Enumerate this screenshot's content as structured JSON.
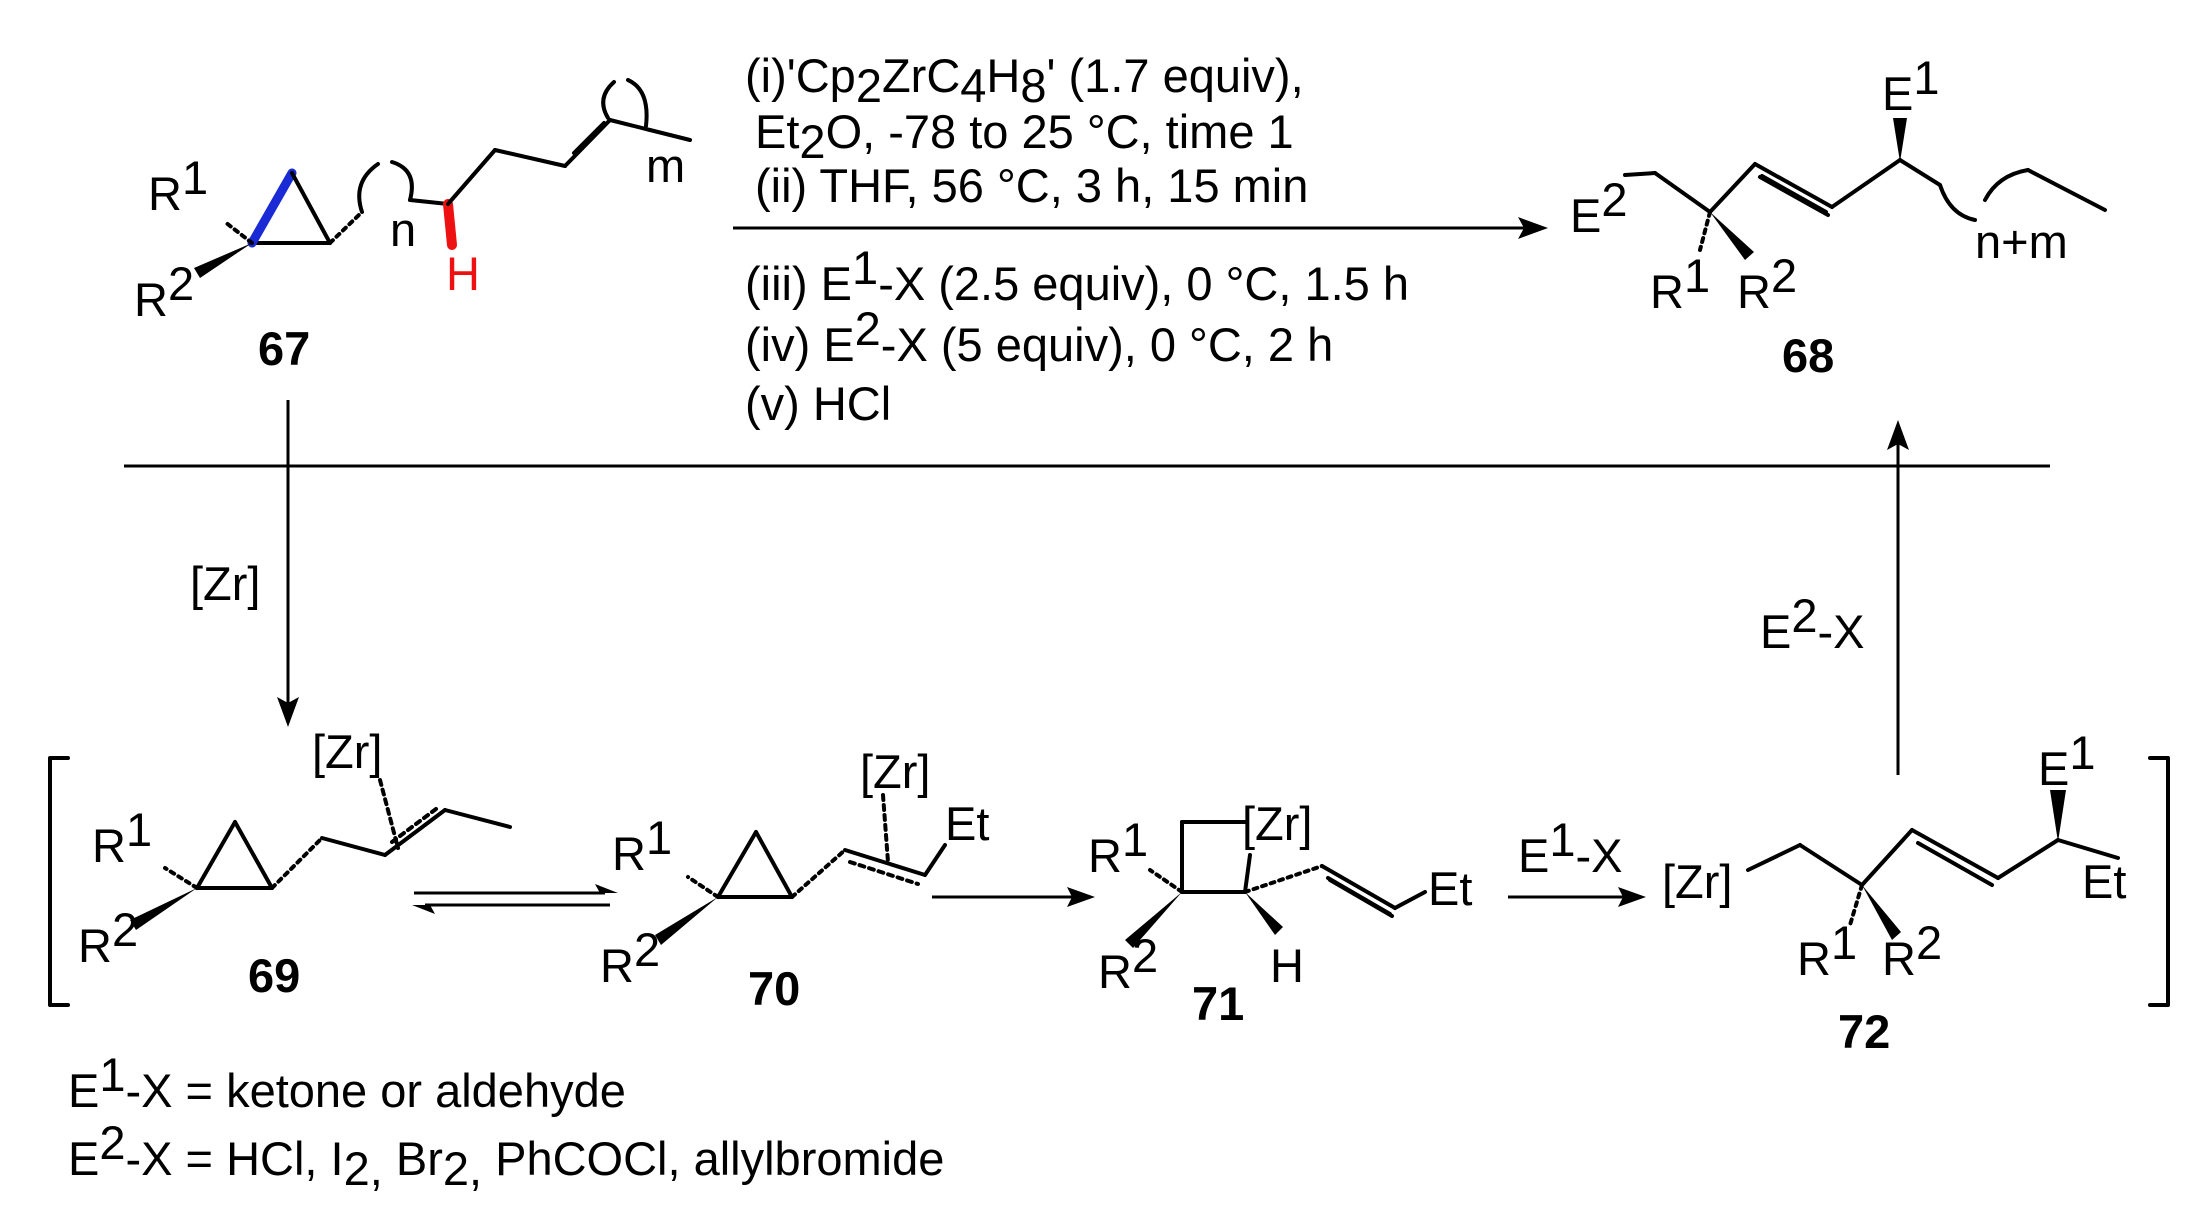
{
  "colors": {
    "highlight_bond_blue": "#1a2bd6",
    "highlight_bond_red": "#ee1111",
    "highlight_h_red": "#ee1111"
  },
  "compounds": {
    "c67": {
      "number": "67",
      "r1": "R",
      "r1_sup": "1",
      "r2": "R",
      "r2_sup": "2",
      "n": "n",
      "m": "m",
      "h": "H"
    },
    "c68": {
      "number": "68",
      "e1": "E",
      "e1_sup": "1",
      "e2": "E",
      "e2_sup": "2",
      "r1": "R",
      "r1_sup": "1",
      "r2": "R",
      "r2_sup": "2",
      "nm": "n+m"
    },
    "c69": {
      "number": "69",
      "zr": "[Zr]",
      "r1": "R",
      "r1_sup": "1",
      "r2": "R",
      "r2_sup": "2"
    },
    "c70": {
      "number": "70",
      "zr": "[Zr]",
      "et": "Et",
      "r1": "R",
      "r1_sup": "1",
      "r2": "R",
      "r2_sup": "2"
    },
    "c71": {
      "number": "71",
      "zr": "[Zr]",
      "et": "Et",
      "h": "H",
      "r1": "R",
      "r1_sup": "1",
      "r2": "R",
      "r2_sup": "2"
    },
    "c72": {
      "number": "72",
      "zr": "[Zr]",
      "e1": "E",
      "e1_sup": "1",
      "et": "Et",
      "r1": "R",
      "r1_sup": "1",
      "r2": "R",
      "r2_sup": "2"
    }
  },
  "conditions": {
    "line1": {
      "a": "(i)'Cp",
      "s1": "2",
      "b": "ZrC",
      "s2": "4",
      "c": "H",
      "s3": "8",
      "d": "' (1.7 equiv),"
    },
    "line2": {
      "a": "Et",
      "s1": "2",
      "b": "O, -78 to 25 °C, time 1"
    },
    "line3": "(ii) THF, 56 °C, 3 h, 15 min",
    "line4": {
      "a": "(iii) E",
      "sup": "1",
      "b": "-X (2.5 equiv), 0 °C, 1.5 h"
    },
    "line5": {
      "a": "(iv) E",
      "sup": "2",
      "b": "-X (5 equiv), 0 °C, 2 h"
    },
    "line6": "(v) HCl"
  },
  "arrow_labels": {
    "zr": "[Zr]",
    "e1x": {
      "a": "E",
      "sup": "1",
      "b": "-X"
    },
    "e2x": {
      "a": "E",
      "sup": "2",
      "b": "-X"
    }
  },
  "footnotes": {
    "line1": {
      "a": "E",
      "sup": "1",
      "b": "-X = ketone or aldehyde"
    },
    "line2": {
      "a": "E",
      "sup": "2",
      "b": "-X = HCl, I",
      "s1": "2,",
      "c": " Br",
      "s2": "2,",
      "d": " PhCOCl, allylbromide"
    }
  }
}
